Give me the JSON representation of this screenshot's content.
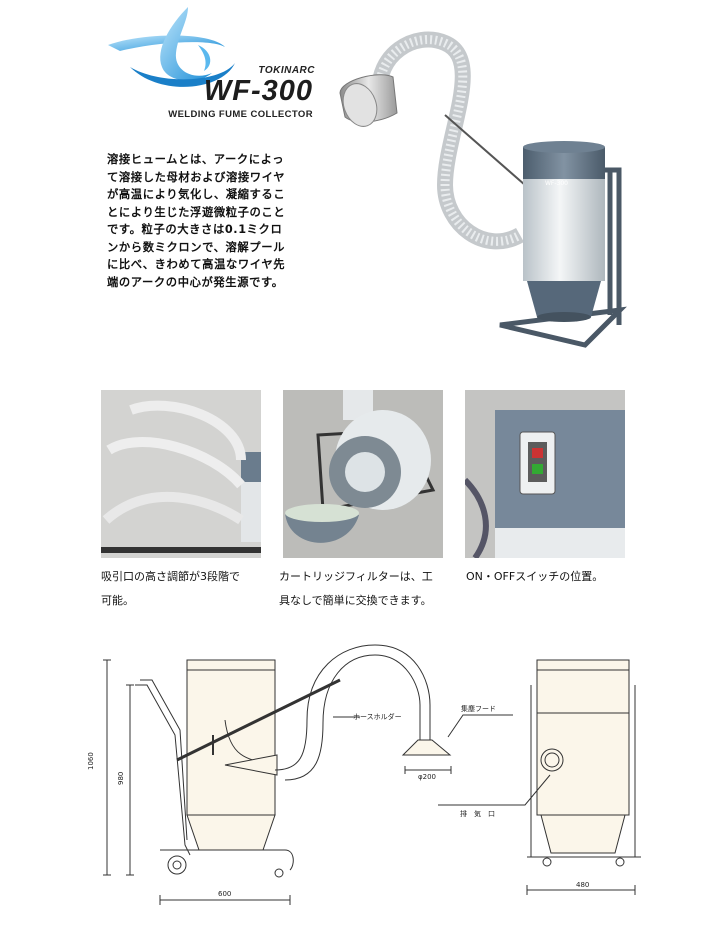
{
  "logo": {
    "brand": "TOKINARC",
    "model": "WF-300",
    "tagline": "WELDING FUME COLLECTOR"
  },
  "intro_lines": [
    "溶接ヒュームとは、アークによっ",
    "て溶接した母材および溶接ワイヤ",
    "が高温により気化し、凝縮するこ",
    "とにより生じた浮遊微粒子のこと",
    "です。粒子の大きさは0.1ミクロ",
    "ンから数ミクロンで、溶解プール",
    "に比べ、きわめて高温なワイヤ先",
    "端のアークの中心が発生源です。"
  ],
  "product_photo": {
    "label": "WF-300"
  },
  "photos": [
    {
      "caption_lines": [
        "吸引口の高さ調節が3段階で",
        "可能。"
      ]
    },
    {
      "caption_lines": [
        "カートリッジフィルターは、工",
        "具なしで簡単に交換できます。"
      ]
    },
    {
      "caption_lines": [
        "ON・OFFスイッチの位置。"
      ]
    }
  ],
  "drawing": {
    "dim_height_total": "1060",
    "dim_height_body": "980",
    "dim_width_side": "600",
    "dim_hood_dia": "φ200",
    "dim_width_front": "480",
    "label_hose_holder": "ホースホルダー",
    "label_hood": "集塵フード",
    "label_exhaust": "排　気　口"
  },
  "colors": {
    "logo_blue": "#2a9ee0",
    "machine_body": "#dde3e6",
    "machine_top": "#5e7082",
    "frame": "#4a5866"
  }
}
